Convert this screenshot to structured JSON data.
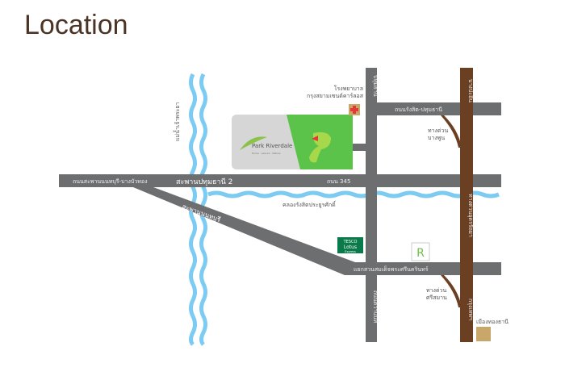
{
  "title": "Location",
  "project": {
    "name": "Park Riverdale",
    "tagline": "Home · Leisure · Nature"
  },
  "labels": {
    "river": "แม่น้ำเจ้าพระยา",
    "road_west": "ถนนสะพานนนทบุรี-บางบัวทอง",
    "bridge_2": "สะพานปทุมธานี 2",
    "bridge_nonthaburi": "สะพานนนทบุรี",
    "canal": "คลองรังสิตประยูรศักดิ์",
    "road_345": "ถนน 345",
    "road_rangsit": "ถนนรังสิต-ปทุมธานี",
    "hospital": "โรงพยาบาล",
    "hospital2": "กรุงสยามเซนต์คาร์ลอส",
    "road_north": "ปทุมธานี",
    "exit_bangphun_1": "ทางด่วน",
    "exit_bangphun_2": "บางพูน",
    "expressway_top": "บางปะอิน",
    "expressway_mid": "ทางด่วนอุดรรัถยา",
    "expressway_bottom": "กรุงเทพฯ",
    "junction": "แยกสวนสมเด็จพระศรีนครินทร์",
    "exit_srisaman_1": "ทางด่วน",
    "exit_srisaman_2": "ศรีสมาน",
    "road_tiwanon": "ถนนติวานนท์",
    "muangthong": "เมืองทองธานี",
    "tesco_1": "TESCO",
    "tesco_2": "Lotus",
    "tesco_3": "Express"
  },
  "colors": {
    "road": "#6d6e70",
    "river": "#7ccbf2",
    "expressway": "#6b3f22",
    "green": "#5cc34a",
    "project_bg": "#d6d6d6"
  }
}
